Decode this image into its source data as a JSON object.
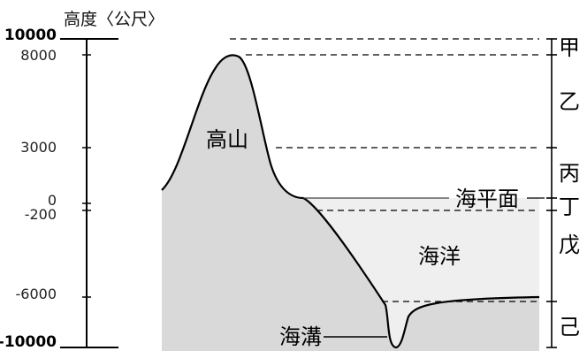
{
  "axis": {
    "title": "高度〈公尺〉",
    "ticks": [
      {
        "label": "10000",
        "value": 10000,
        "bold": true
      },
      {
        "label": "8000",
        "value": 8000,
        "bold": false
      },
      {
        "label": "3000",
        "value": 3000,
        "bold": false
      },
      {
        "label": "0",
        "value": 0,
        "bold": false
      },
      {
        "label": "-200",
        "value": -200,
        "bold": false
      },
      {
        "label": "-6000",
        "value": -6000,
        "bold": false
      },
      {
        "label": "-10000",
        "value": -10000,
        "bold": true
      }
    ]
  },
  "labels": {
    "mountain": "高山",
    "sea_level": "海平面",
    "ocean": "海洋",
    "trench": "海溝"
  },
  "zones": [
    {
      "name": "甲"
    },
    {
      "name": "乙"
    },
    {
      "name": "丙"
    },
    {
      "name": "丁"
    },
    {
      "name": "戊"
    },
    {
      "name": "己"
    }
  ],
  "colors": {
    "land": "#d9d9d9",
    "ocean": "#efefef",
    "line": "#000000"
  }
}
